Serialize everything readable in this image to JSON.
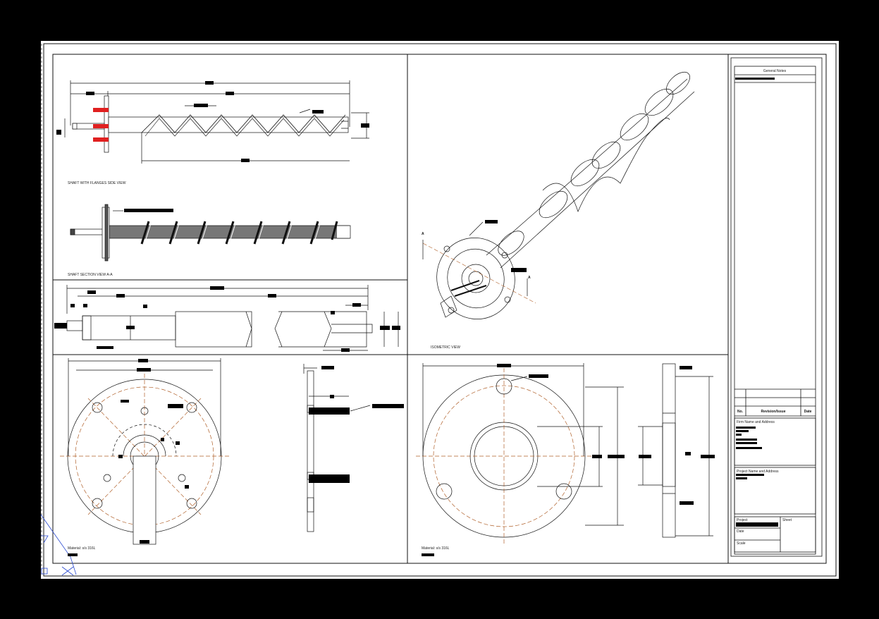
{
  "views": {
    "side_view_title": "SHAFT WITH FLANGES SIDE VIEW",
    "section_view_title": "SHAFT SECTION VIEW A-A",
    "isometric_title": "ISOMETRIC VIEW",
    "section_marker": "A",
    "material_left": "Material: s/s 316L",
    "material_right": "Material: s/s 316L"
  },
  "title_block": {
    "general_notes": "General Notes",
    "col_no": "No.",
    "col_revision": "Revision/Issue",
    "col_date": "Date",
    "firm": "Firm Name and Address",
    "project_name": "Project Name and Address",
    "project": "Project",
    "sheet": "Sheet",
    "date": "Date",
    "scale": "Scale"
  },
  "colors": {
    "background": "#000000",
    "paper": "#ffffff",
    "line": "#111111",
    "centerline": "#b0602a",
    "bolt_highlight": "#e02020",
    "redaction": "#000000"
  }
}
